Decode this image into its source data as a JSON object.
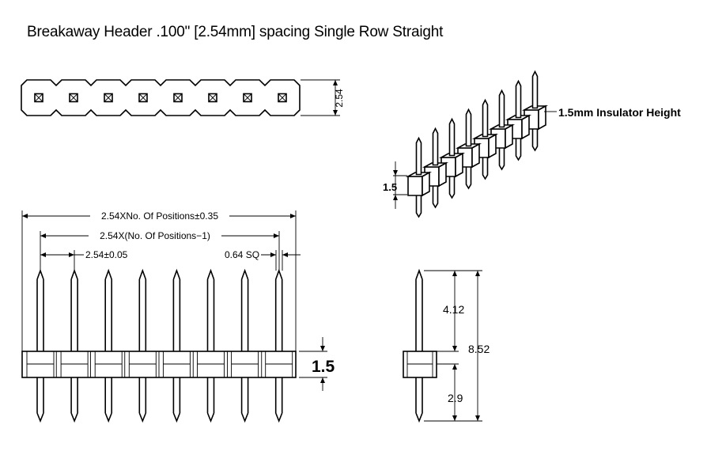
{
  "title": "Breakaway Header .100\" [2.54mm] spacing Single Row Straight",
  "positions": 8,
  "labels": {
    "pitch_top": "2.54",
    "insulator_height_callout": "1.5mm Insulator Height",
    "iso_height": "1.5",
    "overall_length": "2.54XNo. Of Positions±0.35",
    "pin_span": "2.54X(No. Of Positions−1)",
    "pitch_tol": "2.54±0.05",
    "pin_square": "0.64 SQ",
    "front_height": "1.5",
    "upper_pin": "4.12",
    "total_length": "8.52",
    "lower_pin": "2.9"
  }
}
